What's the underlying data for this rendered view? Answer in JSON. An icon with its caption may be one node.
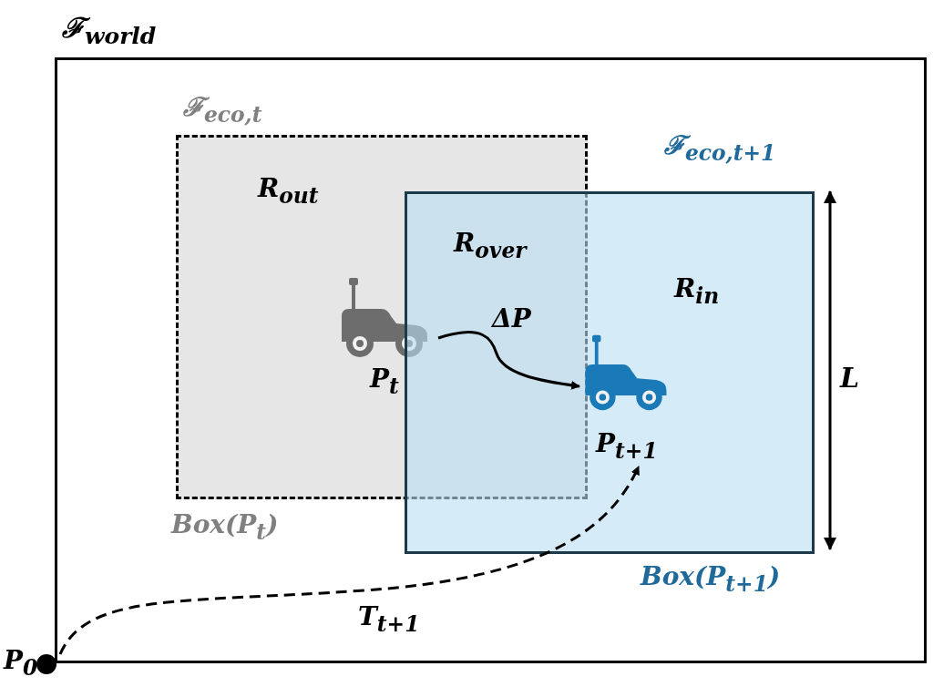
{
  "diagram": {
    "nodes": [
      {
        "text": [
          "ℱ$_{world}$"
        ]
      },
      {
        "text": [
          "ℱ$_{eco,t}$"
        ],
        "beside": [
          "Box(P$_{t}$)"
        ],
        "in": 0
      },
      {
        "text": [
          "ℱ$_{eco,t+1}$"
        ],
        "beside": [
          "Box(P$_{t+1}$)"
        ],
        "in": 0
      },
      {
        "text": [],
        "shape": "vehicle",
        "beside": [
          "P$_{t}$"
        ],
        "in": 1
      },
      {
        "text": [],
        "shape": "vehicle",
        "beside": [
          "P$_{t+1}$"
        ],
        "in": 2
      },
      {
        "text": [],
        "shape": "circle",
        "beside": [
          "P$_{0}$"
        ]
      }
    ],
    "edges": [
      {
        "from": 3,
        "to": 4,
        "arrow": "to",
        "label": "ΔP"
      },
      {
        "from": 5,
        "to": 4,
        "arrow": "to",
        "label": "T$_{t+1}$",
        "style": "dashed"
      }
    ],
    "labels": [
      "R$_{out}$",
      "R$_{over}$",
      "R$_{in}$",
      "L"
    ]
  }
}
